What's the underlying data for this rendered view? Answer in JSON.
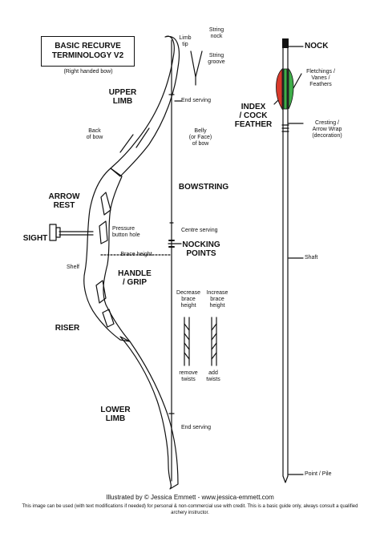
{
  "title": "BASIC RECURVE\nTERMINOLOGY V2",
  "subtitle": "(Right handed bow)",
  "labels": {
    "limb_tip": "Limb\ntip",
    "string_nock": "String\nnock",
    "string_groove": "String\ngroove",
    "upper_limb": "UPPER\nLIMB",
    "end_serving_top": "End serving",
    "back_of_bow": "Back\nof bow",
    "belly": "Belly\n(or Face)\nof bow",
    "bowstring": "BOWSTRING",
    "arrow_rest": "ARROW\nREST",
    "centre_serving": "Centre serving",
    "pressure_button": "Pressure\nbutton hole",
    "nocking_points": "NOCKING\nPOINTS",
    "sight": "SIGHT",
    "brace_height": "Brace height",
    "shelf": "Shelf",
    "handle_grip": "HANDLE\n/ GRIP",
    "decrease_brace": "Decrease\nbrace\nheight",
    "increase_brace": "Increase\nbrace\nheight",
    "riser": "RISER",
    "remove_twists": "remove\ntwists",
    "add_twists": "add\ntwists",
    "lower_limb": "LOWER\nLIMB",
    "end_serving_bottom": "End serving",
    "nock": "NOCK",
    "fletchings": "Fletchings /\nVanes /\nFeathers",
    "index_feather": "INDEX\n/ COCK\nFEATHER",
    "cresting": "Cresting /\nArrow Wrap\n(decoration)",
    "shaft": "Shaft",
    "point": "Point / Pile"
  },
  "credit": "Illustrated by © Jessica Emmett - www.jessica-emmett.com",
  "notice": "This image can be used (with text modifications if needed) for personal & non-commercial use with credit. This is a basic guide only, always consult a qualified archery instructor.",
  "colors": {
    "index_feather": "#d93a2b",
    "fletching": "#3fae49",
    "ink": "#111111"
  }
}
